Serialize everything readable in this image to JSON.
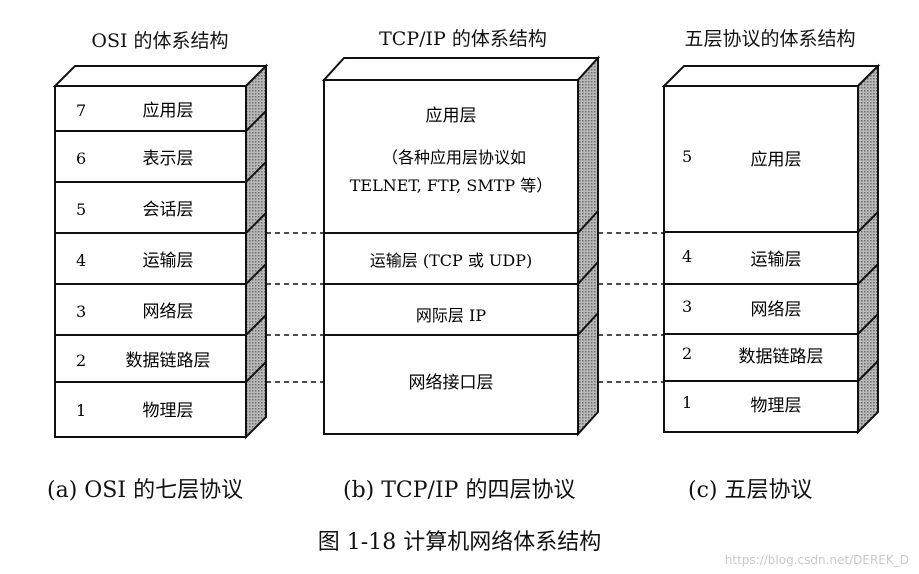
{
  "columns": [
    {
      "title": "OSI 的体系结构",
      "caption": "(a) OSI 的七层协议",
      "layers": [
        {
          "num": "7",
          "name": "应用层"
        },
        {
          "num": "6",
          "name": "表示层"
        },
        {
          "num": "5",
          "name": "会话层"
        },
        {
          "num": "4",
          "name": "运输层"
        },
        {
          "num": "3",
          "name": "网络层"
        },
        {
          "num": "2",
          "name": "数据链路层"
        },
        {
          "num": "1",
          "name": "物理层"
        }
      ]
    },
    {
      "title": "TCP/IP 的体系结构",
      "caption": "(b) TCP/IP 的四层协议",
      "layers": [
        {
          "lines": [
            "应用层",
            "（各种应用层协议如",
            "TELNET, FTP, SMTP 等）"
          ]
        },
        {
          "lines": [
            "运输层 (TCP 或 UDP)"
          ]
        },
        {
          "lines": [
            "网际层 IP"
          ]
        },
        {
          "lines": [
            "网络接口层"
          ]
        }
      ]
    },
    {
      "title": "五层协议的体系结构",
      "caption": "(c)  五层协议",
      "layers": [
        {
          "num": "5",
          "name": "应用层"
        },
        {
          "num": "4",
          "name": "运输层"
        },
        {
          "num": "3",
          "name": "网络层"
        },
        {
          "num": "2",
          "name": "数据链路层"
        },
        {
          "num": "1",
          "name": "物理层"
        }
      ]
    }
  ],
  "figure_caption": "图 1-18    计算机网络体系结构",
  "watermark": "https://blog.csdn.net/DEREK_D",
  "colors": {
    "line": "#111111",
    "side_shade": "#8a8a8a",
    "watermark": "#c9c9c9"
  }
}
